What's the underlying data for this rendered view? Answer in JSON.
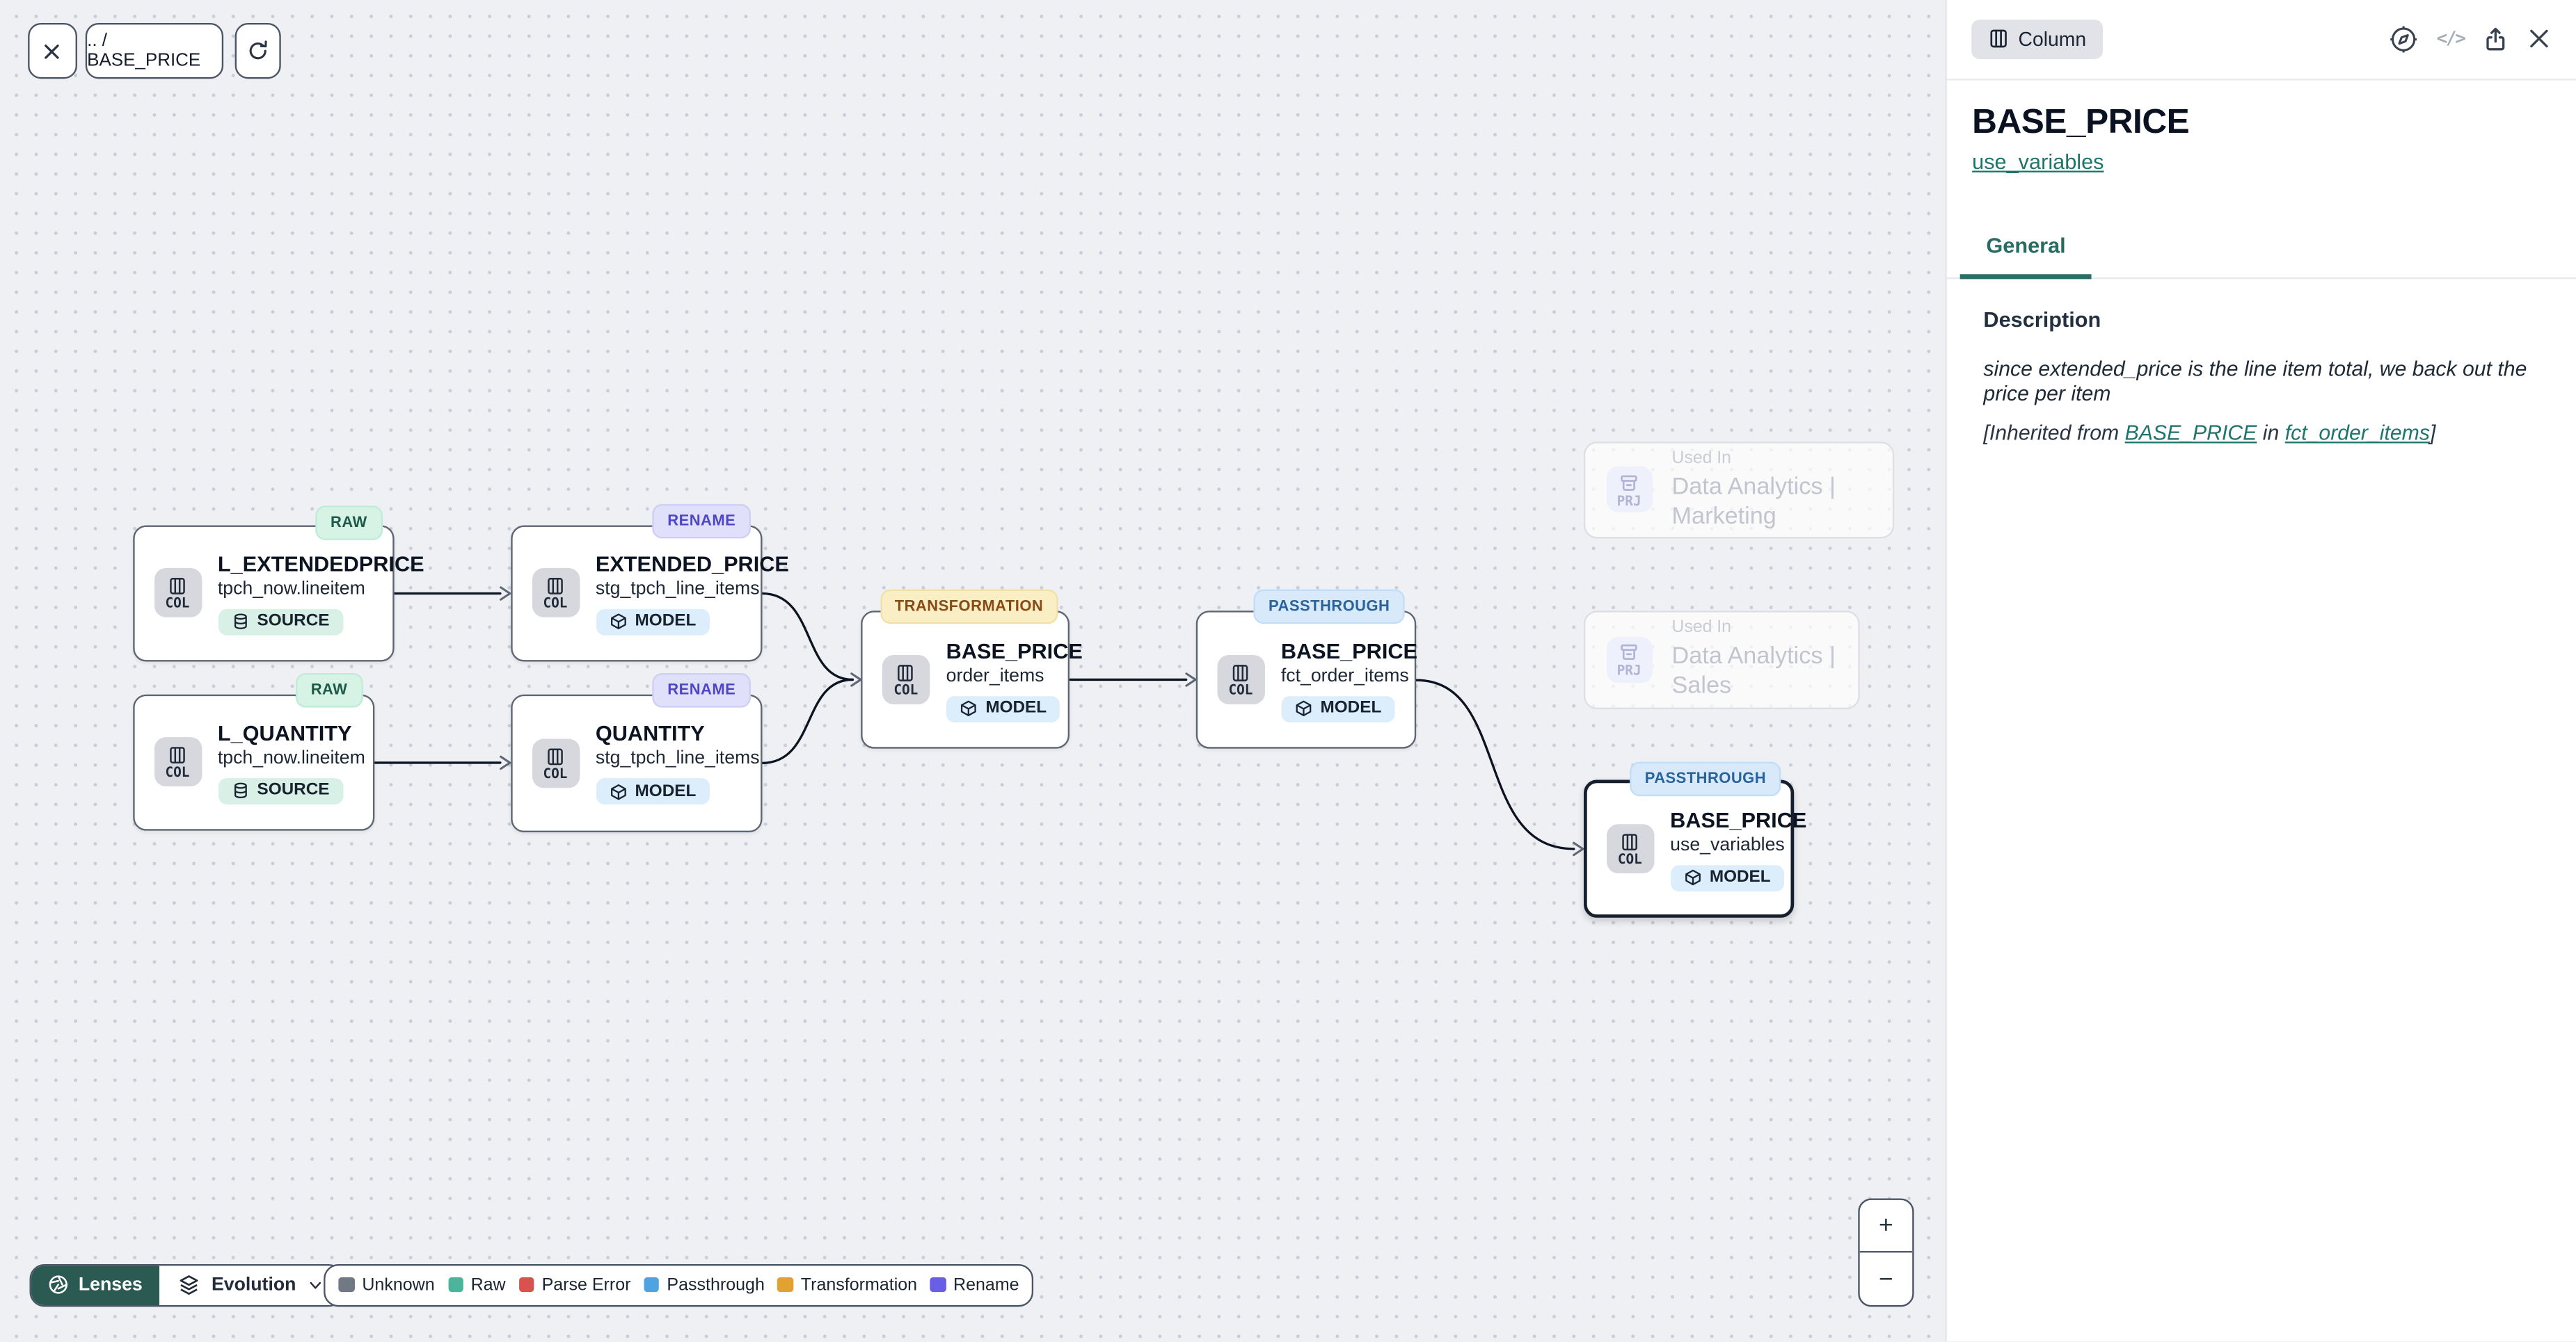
{
  "toolbar": {
    "breadcrumb": ".. / BASE_PRICE"
  },
  "canvas": {
    "nodes": [
      {
        "badge": "RAW",
        "title": "L_EXTENDEDPRICE",
        "subtitle": "tpch_now.lineitem",
        "chip": "COL",
        "kind": "SOURCE"
      },
      {
        "badge": "RAW",
        "title": "L_QUANTITY",
        "subtitle": "tpch_now.lineitem",
        "chip": "COL",
        "kind": "SOURCE"
      },
      {
        "badge": "RENAME",
        "title": "EXTENDED_PRICE",
        "subtitle": "stg_tpch_line_items",
        "chip": "COL",
        "kind": "MODEL"
      },
      {
        "badge": "RENAME",
        "title": "QUANTITY",
        "subtitle": "stg_tpch_line_items",
        "chip": "COL",
        "kind": "MODEL"
      },
      {
        "badge": "TRANSFORMATION",
        "title": "BASE_PRICE",
        "subtitle": "order_items",
        "chip": "COL",
        "kind": "MODEL"
      },
      {
        "badge": "PASSTHROUGH",
        "title": "BASE_PRICE",
        "subtitle": "fct_order_items",
        "chip": "COL",
        "kind": "MODEL"
      },
      {
        "badge": "PASSTHROUGH",
        "title": "BASE_PRICE",
        "subtitle": "use_variables",
        "chip": "COL",
        "kind": "MODEL"
      }
    ],
    "ghosts": [
      {
        "chip": "PRJ",
        "label": "Used In",
        "title": "Data Analytics | Marketing"
      },
      {
        "chip": "PRJ",
        "label": "Used In",
        "title": "Data Analytics | Sales"
      }
    ]
  },
  "controls": {
    "lenses_label": "Lenses",
    "lens_selected": "Evolution",
    "zoom_in": "+",
    "zoom_out": "−"
  },
  "legend": [
    {
      "label": "Unknown",
      "color": "#717a84"
    },
    {
      "label": "Raw",
      "color": "#4eb39b"
    },
    {
      "label": "Parse Error",
      "color": "#d9524e"
    },
    {
      "label": "Passthrough",
      "color": "#4da4e0"
    },
    {
      "label": "Transformation",
      "color": "#e1a231"
    },
    {
      "label": "Rename",
      "color": "#685fe6"
    }
  ],
  "panel": {
    "type_badge": "Column",
    "title": "BASE_PRICE",
    "model_link": "use_variables",
    "tab_general": "General",
    "description_heading": "Description",
    "description": "since extended_price is the line item total, we back out the price per item",
    "inherited_prefix": "[Inherited from ",
    "inherited_link_column": "BASE_PRICE",
    "inherited_mid": " in ",
    "inherited_link_model": "fct_order_items",
    "inherited_suffix": "]"
  },
  "icons": {
    "code_icon": "</>"
  },
  "colors": {
    "accent_teal": "#2a6f66",
    "lenses_bg": "#2b5a52",
    "badge_raw_bg": "#d7f3e6",
    "badge_rename_bg": "#e1e0fb",
    "badge_transformation_bg": "#faeec5",
    "badge_passthrough_bg": "#d8e9fa",
    "kind_source_bg": "#d9f0e7",
    "kind_model_bg": "#dceefb"
  }
}
